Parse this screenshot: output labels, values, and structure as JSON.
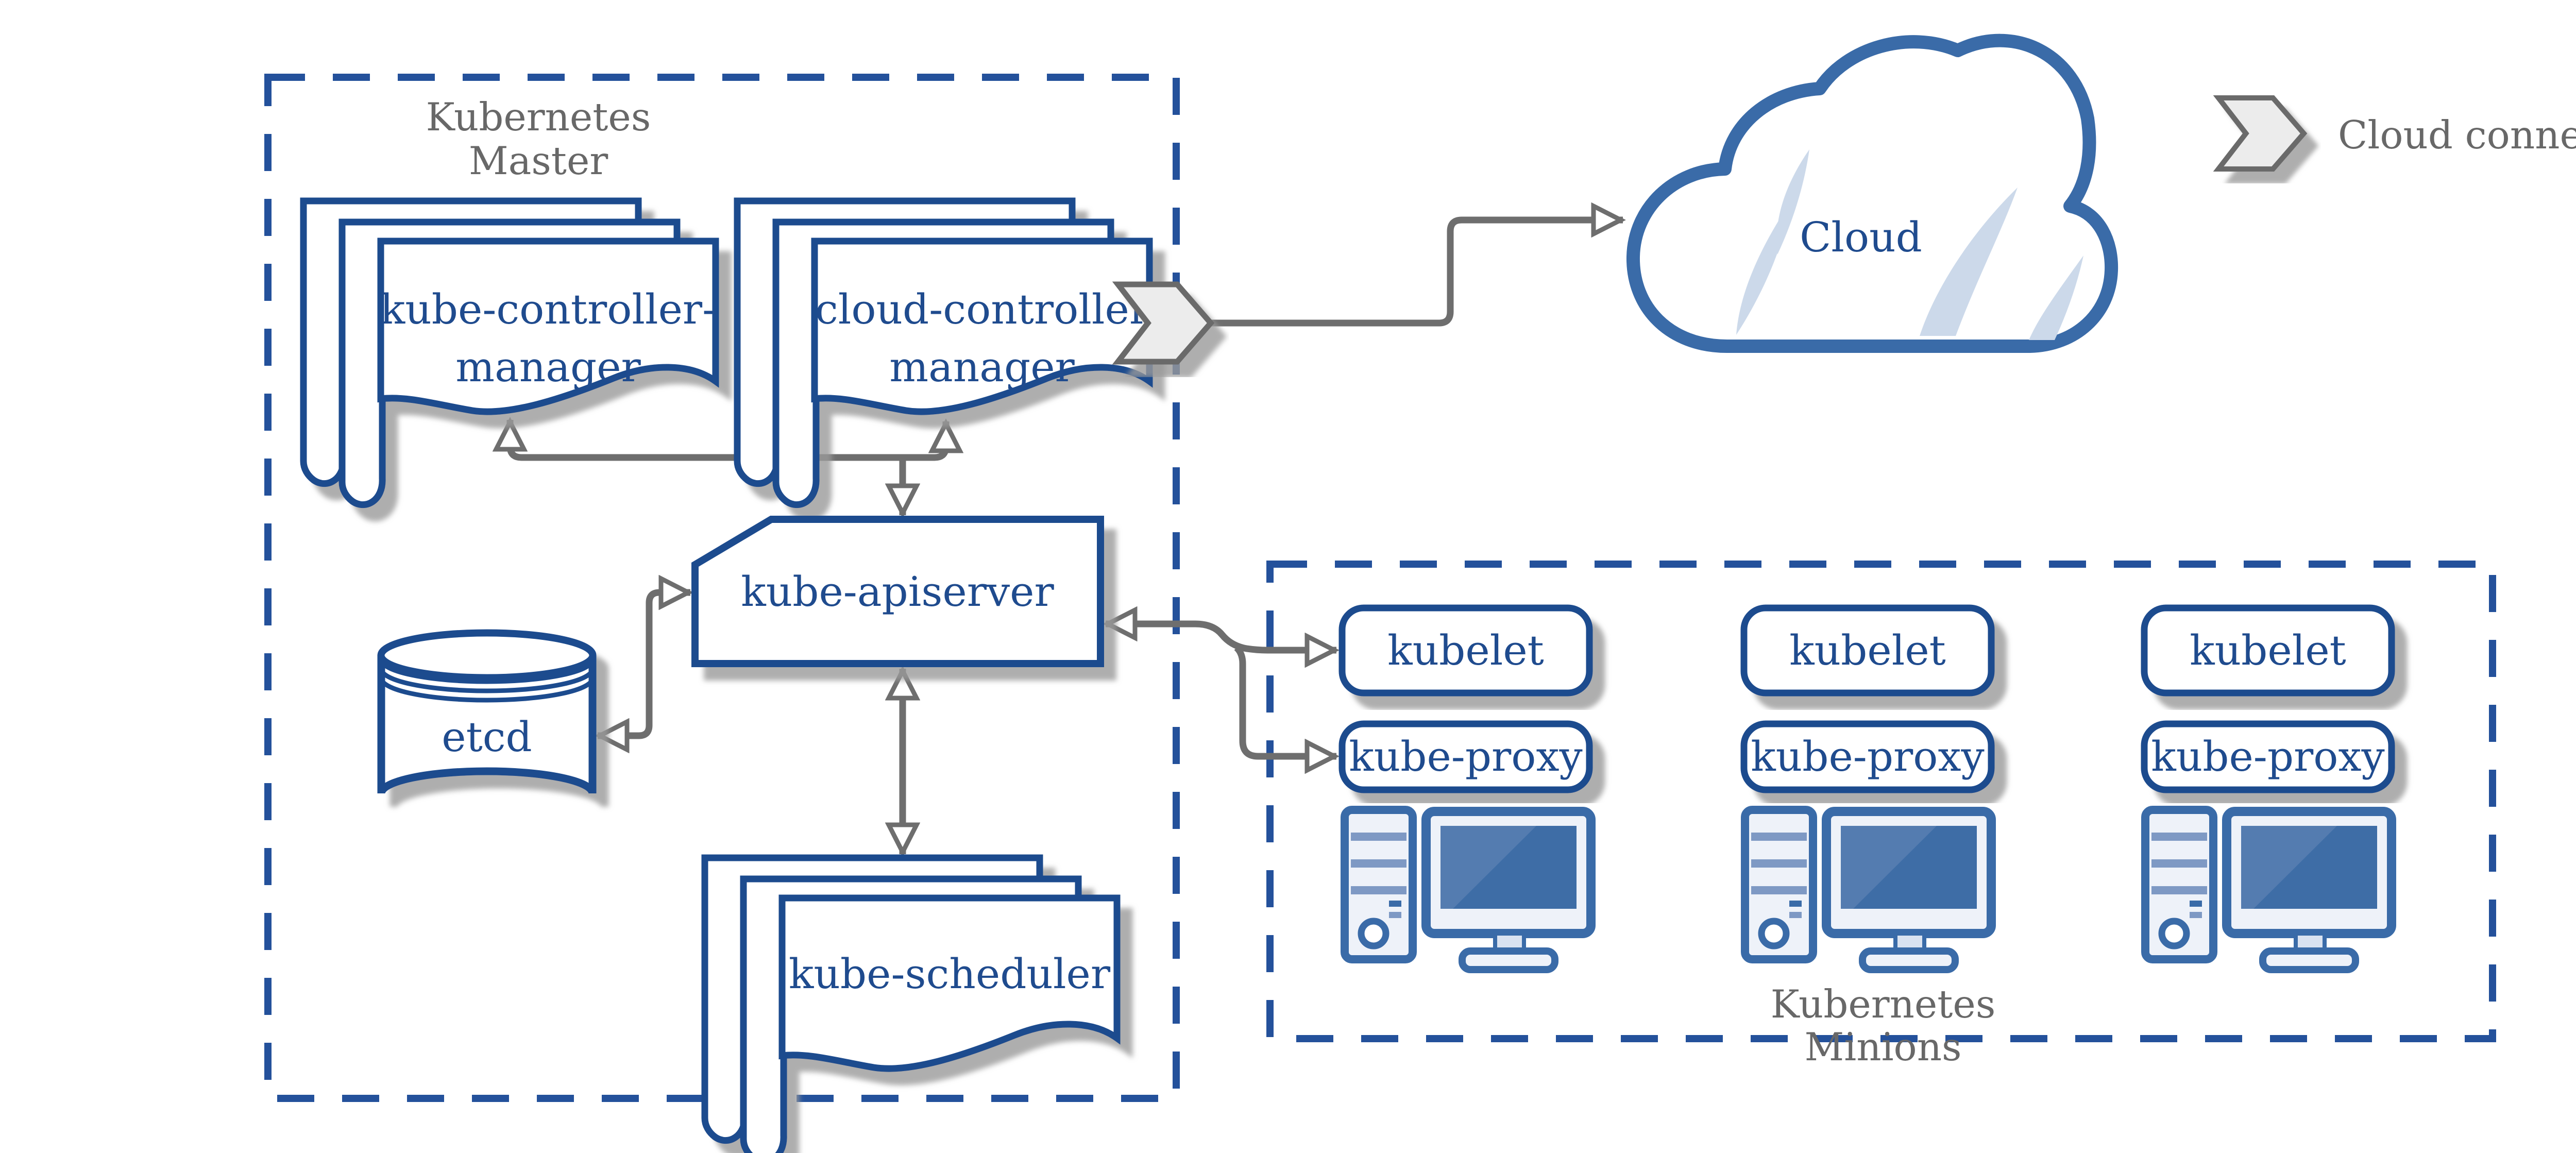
{
  "theme": {
    "navy": "#1f4b8e",
    "dash": "#24519b",
    "steel": "#3a6ba8",
    "screen": "#3e6da6",
    "screenhl": "#547cb0",
    "steelmid": "#7e99c4",
    "pcfill": "#eef2f9",
    "standfill": "#d9e2f0",
    "crescent": "#ccd9ea",
    "arrow": "#6e6e6e",
    "graylbl": "#686868",
    "chevfill": "#ececec",
    "chevstroke": "#6b6b6b"
  },
  "diagram": {
    "master": {
      "label_line1": "Kubernetes",
      "label_line2": "Master",
      "components": {
        "kube_controller_manager": [
          "kube-controller-",
          "manager"
        ],
        "cloud_controller_manager": [
          "cloud-controller",
          "manager"
        ],
        "kube_apiserver": "kube-apiserver",
        "etcd": "etcd",
        "kube_scheduler": "kube-scheduler"
      }
    },
    "cloud": {
      "label": "Cloud"
    },
    "legend": {
      "label": "Cloud connector"
    },
    "minions": {
      "label_line1": "Kubernetes",
      "label_line2": "Minions",
      "nodes": [
        {
          "kubelet": "kubelet",
          "kube_proxy": "kube-proxy"
        },
        {
          "kubelet": "kubelet",
          "kube_proxy": "kube-proxy"
        },
        {
          "kubelet": "kubelet",
          "kube_proxy": "kube-proxy"
        }
      ]
    }
  }
}
